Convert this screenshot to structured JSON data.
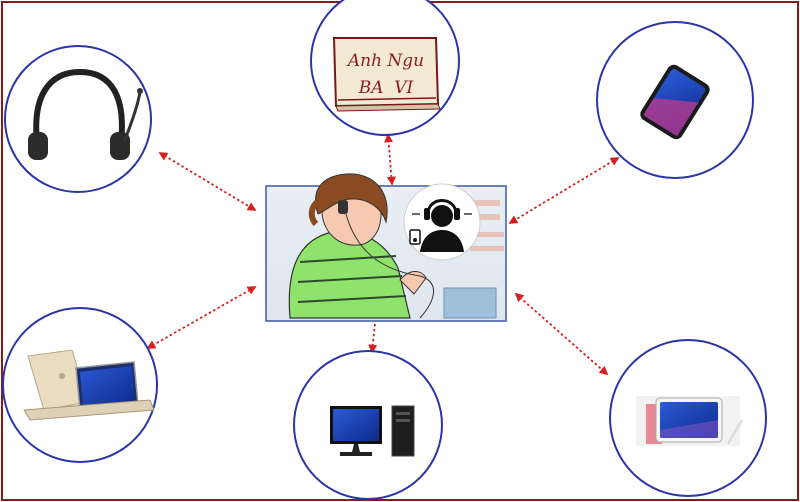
{
  "logo": {
    "line1": "Anh Ngu",
    "line2": "BA  VI"
  },
  "diagram": {
    "center": "person-listening-with-earphones",
    "nodes": [
      {
        "id": "headset",
        "icon": "headset-icon"
      },
      {
        "id": "logo",
        "icon": "book-logo-icon"
      },
      {
        "id": "phone",
        "icon": "smartphone-icon"
      },
      {
        "id": "laptop",
        "icon": "laptop-icon"
      },
      {
        "id": "desktop",
        "icon": "desktop-computer-icon"
      },
      {
        "id": "tablet",
        "icon": "tablet-icon"
      }
    ]
  },
  "colors": {
    "frame": "#8b1a1a",
    "circle": "#2a35a8",
    "arrow": "#d42020",
    "center_border": "#3a5aa0"
  }
}
